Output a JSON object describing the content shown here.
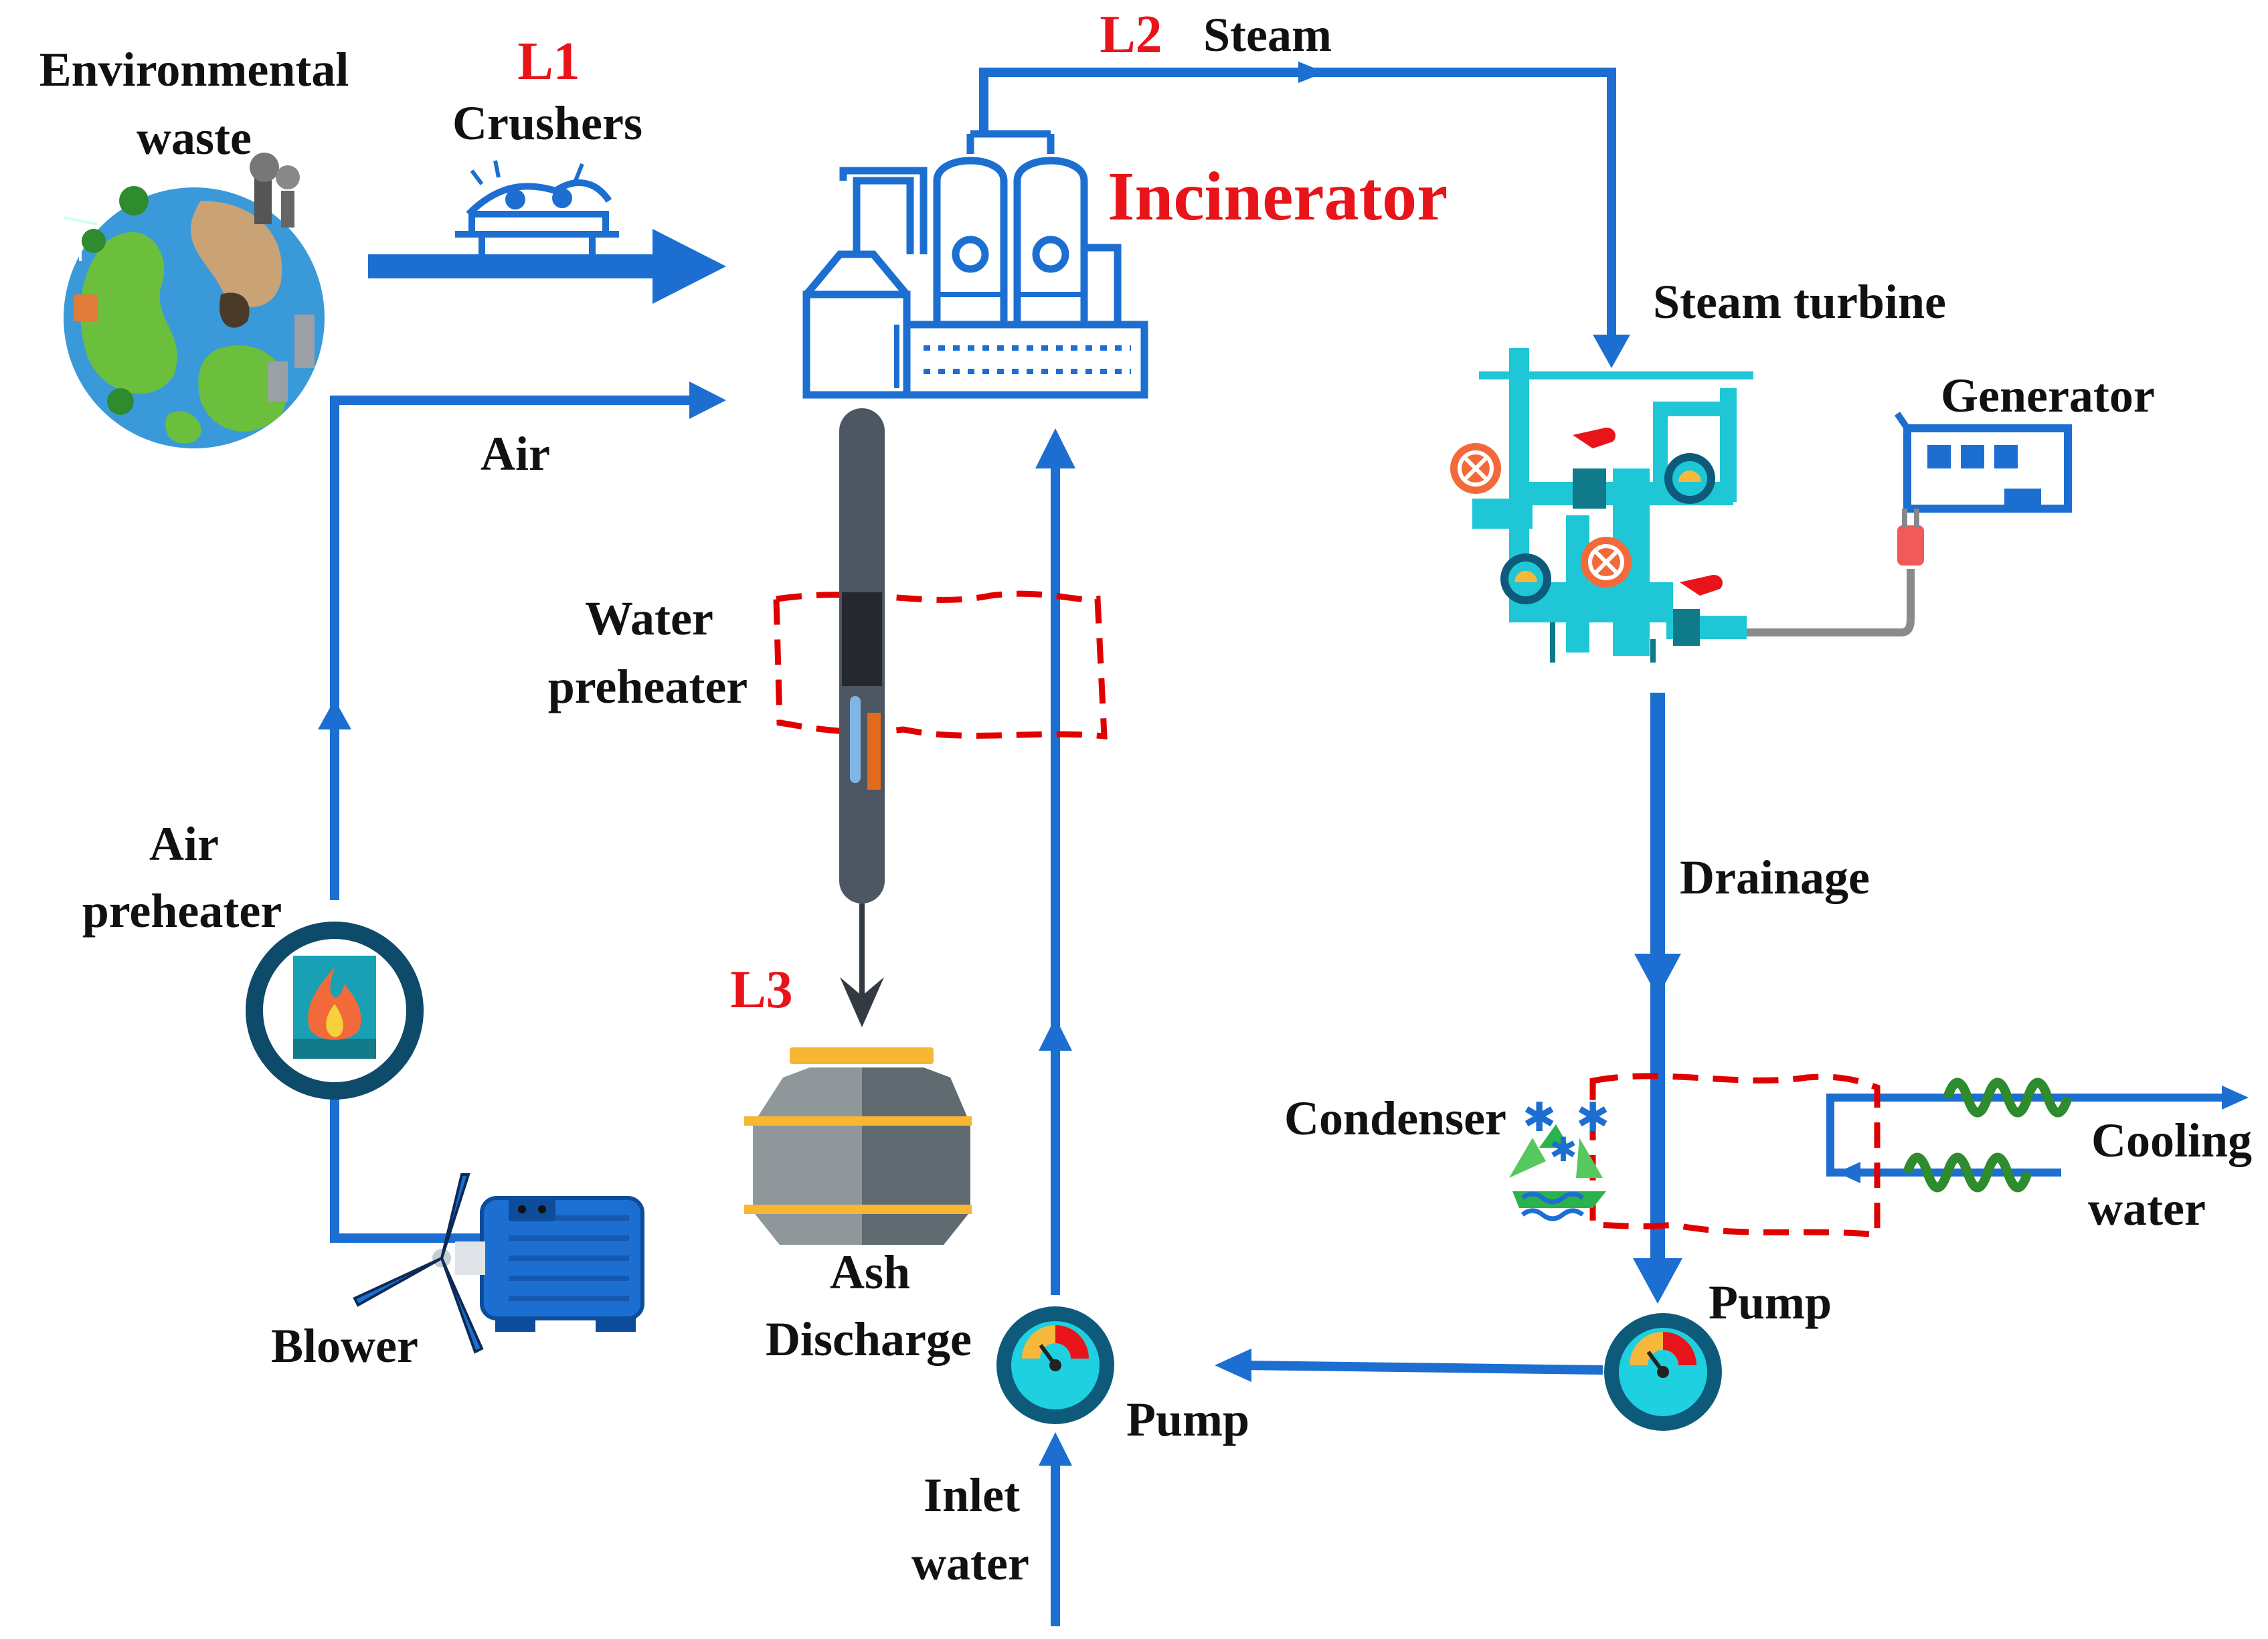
{
  "labels": {
    "env_line1": "Environmental",
    "env_line2": "waste",
    "l1": "L1",
    "crushers": "Crushers",
    "l2": "L2",
    "steam": "Steam",
    "incinerator": "Incinerator",
    "steam_turbine": "Steam turbine",
    "generator": "Generator",
    "air": "Air",
    "water_preheater_line1": "Water",
    "water_preheater_line2": "preheater",
    "drainage": "Drainage",
    "air_preheater_line1": "Air",
    "air_preheater_line2": "preheater",
    "l3": "L3",
    "condenser": "Condenser",
    "cooling_line1": "Cooling",
    "cooling_line2": "water",
    "ash_line1": "Ash",
    "ash_line2": "Discharge",
    "blower": "Blower",
    "pump_right": "Pump",
    "pump_left": "Pump",
    "inlet_line1": "Inlet",
    "inlet_line2": "water"
  },
  "colors": {
    "flow_blue": "#1c6fd1",
    "label_red": "#e8141a",
    "label_black": "#111111",
    "dashed_red": "#e00000",
    "cyan": "#1fc7d6",
    "teal_dark": "#0e5a7a",
    "green_coil": "#2e8b2e"
  },
  "icons": [
    "earth-globe-icon",
    "crusher-icon",
    "incinerator-plant-icon",
    "steam-turbine-icon",
    "generator-icon",
    "water-preheater-tube-icon",
    "ash-bin-icon",
    "air-preheater-flame-icon",
    "blower-motor-icon",
    "condenser-recycle-icon",
    "pump-gauge-icon"
  ]
}
